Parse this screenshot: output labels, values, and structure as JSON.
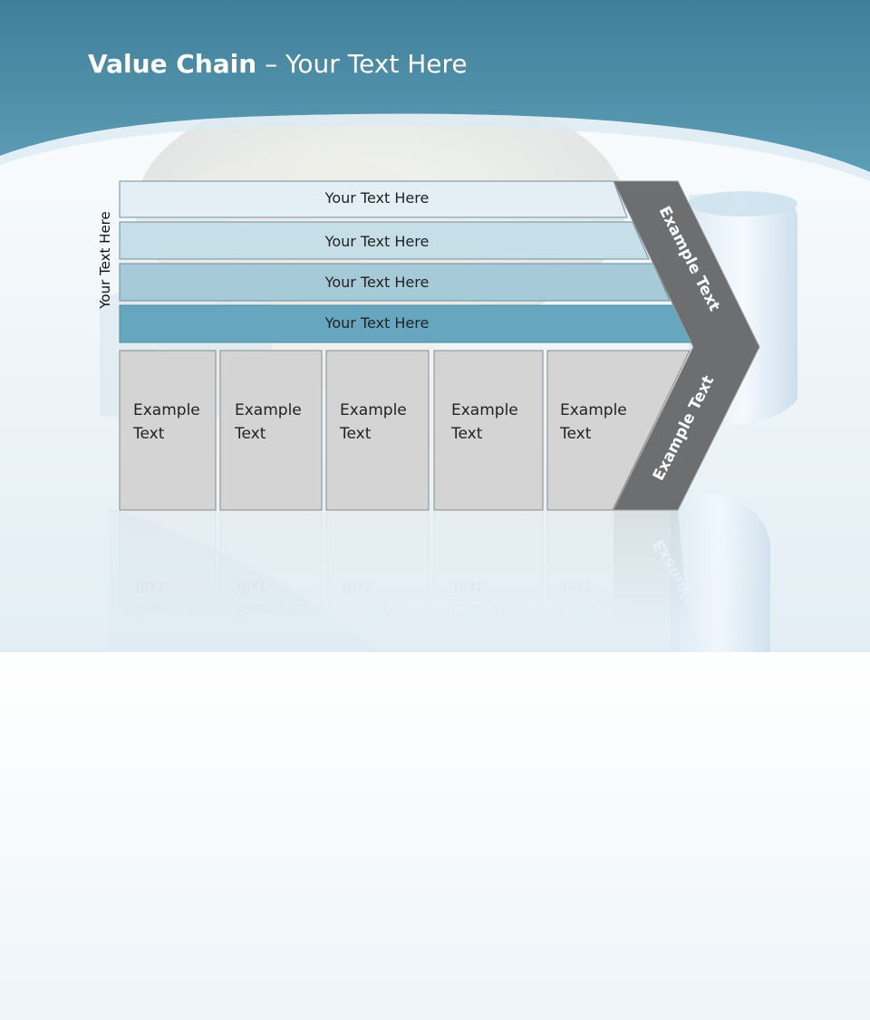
{
  "title": {
    "bold": "Value Chain",
    "rest": " – Your Text Here"
  },
  "side_label": "Your Text Here",
  "bars": [
    {
      "label": "Your Text Here",
      "fill": "#e4eff5"
    },
    {
      "label": "Your Text Here",
      "fill": "#c6dee8"
    },
    {
      "label": "Your Text Here",
      "fill": "#a6cad8"
    },
    {
      "label": "Your Text Here",
      "fill": "#67a6bf"
    }
  ],
  "cells": [
    {
      "line1": "Example",
      "line2": "Text"
    },
    {
      "line1": "Example",
      "line2": "Text"
    },
    {
      "line1": "Example",
      "line2": "Text"
    },
    {
      "line1": "Example",
      "line2": "Text"
    },
    {
      "line1": "Example",
      "line2": "Text"
    }
  ],
  "chevron": {
    "upper_label": "Example Text",
    "lower_label": "Example Text",
    "fill": "#6d6e70"
  },
  "colors": {
    "header": "#4d8fa8",
    "cell_fill": "#d4d4d4",
    "cell_border": "#8a8a8a"
  }
}
